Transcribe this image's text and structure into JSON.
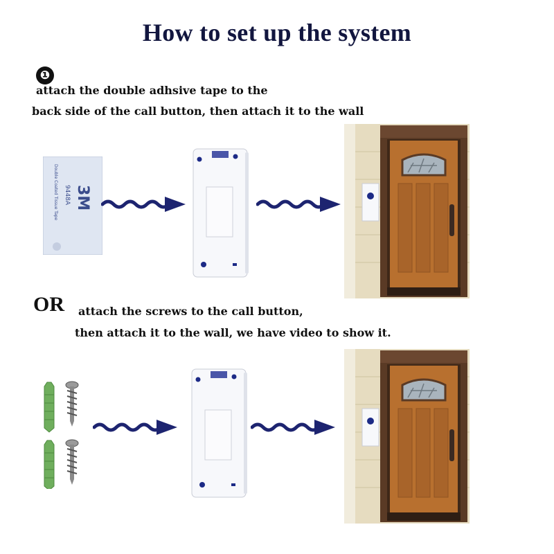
{
  "title": "How to set up the system",
  "step1": {
    "number": "❶",
    "line1": "attach the double adhsive tape to the",
    "line2": "back side of the call button, then attach it to the wall"
  },
  "step2": {
    "or_label": "OR",
    "line1": "attach the screws to the call button,",
    "line2": "then attach it to the wall, we have video to show it."
  },
  "tape_label": {
    "brand": "3M",
    "code": "9448A",
    "desc": "Double Coated Tissue Tape"
  },
  "colors": {
    "title": "#12163f",
    "arrow": "#1d2470",
    "door": "#b8702f",
    "frame": "#5a3a25",
    "wall": "#e6dcc0",
    "dot": "#1c2a86"
  }
}
